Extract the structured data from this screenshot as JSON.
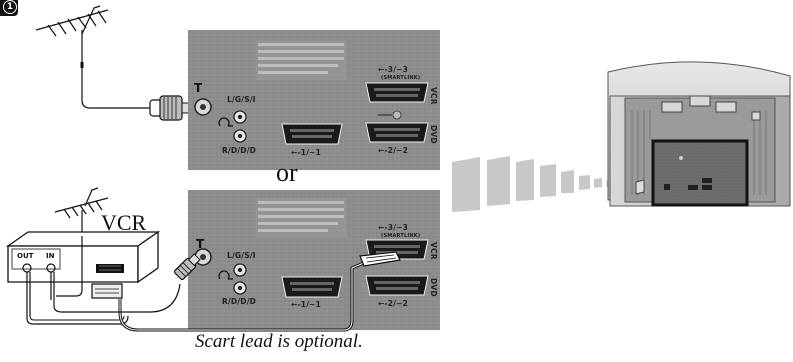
{
  "step_number": "1",
  "or_text": "or",
  "vcr_label": "VCR",
  "caption": "Scart lead is optional.",
  "panel": {
    "port_av": "L/G/S/I",
    "port_rd": "R/D/D/D",
    "scart1": "←-1/−1",
    "scart2": "←-2/−2",
    "scart3": "←-3/−3",
    "smartlink": "(SMARTLINK)",
    "vcr_tag": "VCR",
    "dvd_tag": "DVD"
  },
  "vcr_device": {
    "out": "OUT",
    "in": "IN"
  }
}
